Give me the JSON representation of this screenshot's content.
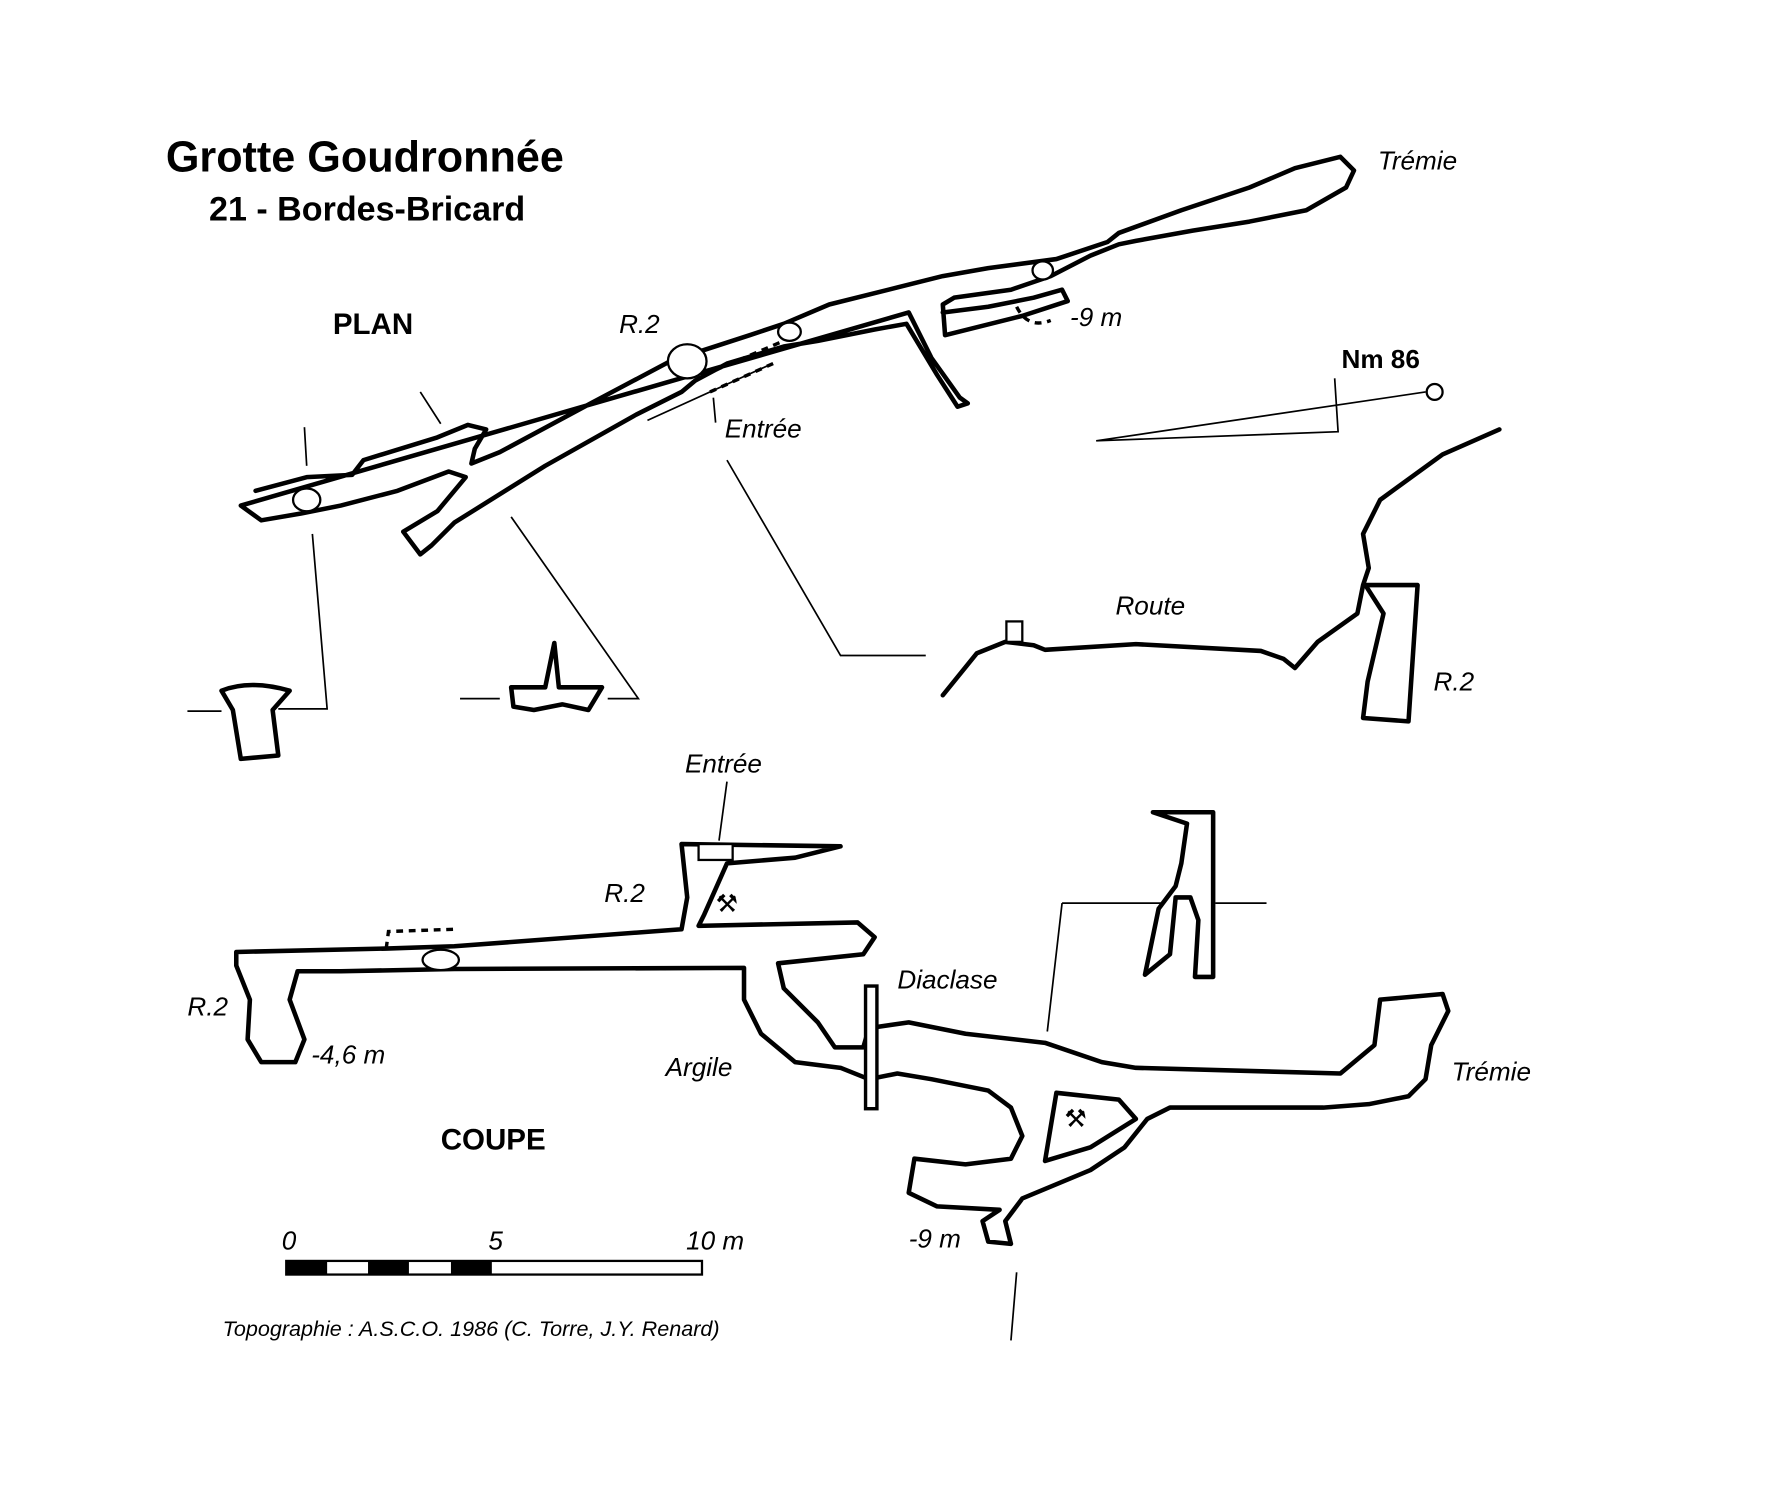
{
  "title": "Grotte Goudronnée",
  "subtitle": "21 - Bordes-Bricard",
  "plan": {
    "heading": "PLAN",
    "labels": {
      "r2": "R.2",
      "entree": "Entrée",
      "depth": "-9 m",
      "tremie": "Trémie",
      "north": "Nm 86"
    }
  },
  "profile_outside": {
    "route": "Route",
    "r2": "R.2"
  },
  "coupe": {
    "heading": "COUPE",
    "labels": {
      "entree": "Entrée",
      "r2_upper": "R.2",
      "r2_left": "R.2",
      "depth_left": "-4,6 m",
      "argile": "Argile",
      "diaclase": "Diaclase",
      "tremie": "Trémie",
      "depth_bottom": "-9 m"
    }
  },
  "scale_bar": {
    "ticks": [
      "0",
      "5",
      "10 m"
    ]
  },
  "credits": "Topographie : A.S.C.O. 1986 (C. Torre, J.Y. Renard)"
}
